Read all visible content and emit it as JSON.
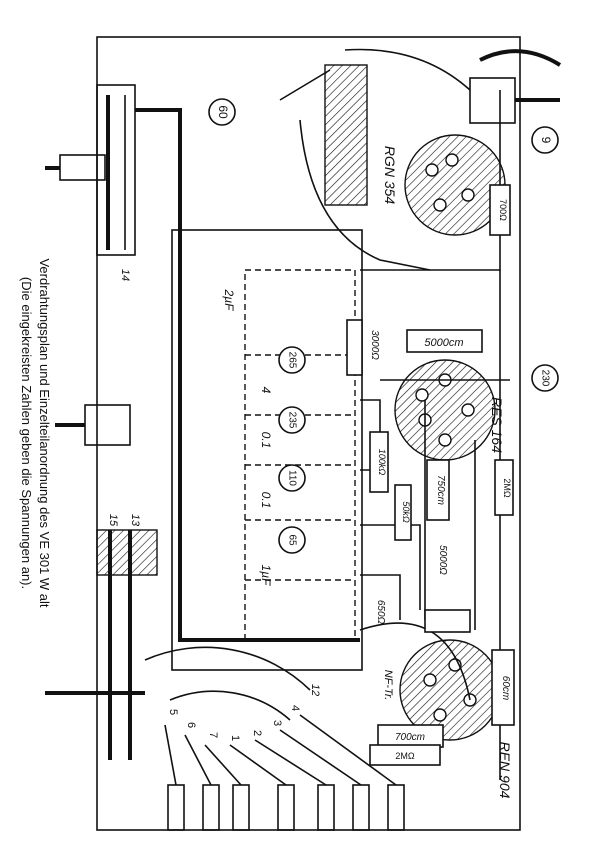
{
  "caption": {
    "line1": "Verdrahtungsplan und Einzelteilanordnung des VE 301 W alt",
    "line2": "(Die eingekreisten Zahlen geben die Spannungen an)."
  },
  "tubes": {
    "rgn": "RGN 354",
    "res": "RES 164",
    "ren": "REN 904"
  },
  "voltages": [
    "60",
    "9",
    "265",
    "230",
    "235",
    "110",
    "65"
  ],
  "components": {
    "r700": "700Ω",
    "r3000": "3000Ω",
    "c5000cm": "5000cm",
    "r100k": "100kΩ",
    "r750cm": "750cm",
    "r2m_a": "2MΩ",
    "r50k": "50kΩ",
    "r5000": "5000Ω",
    "r650": "650Ω",
    "r60cm": "60cm",
    "nf": "NF-Tr.",
    "c700cm": "700cm",
    "r2m_b": "2MΩ",
    "cap2uf": "2µF",
    "cap4": "4",
    "cap01a": "0.1",
    "cap01b": "0.1",
    "cap1uf": "1µF"
  },
  "terminals": [
    "14",
    "15",
    "13",
    "12"
  ],
  "dial_numbers": [
    "5",
    "6",
    "7",
    "1",
    "2",
    "3",
    "4"
  ]
}
